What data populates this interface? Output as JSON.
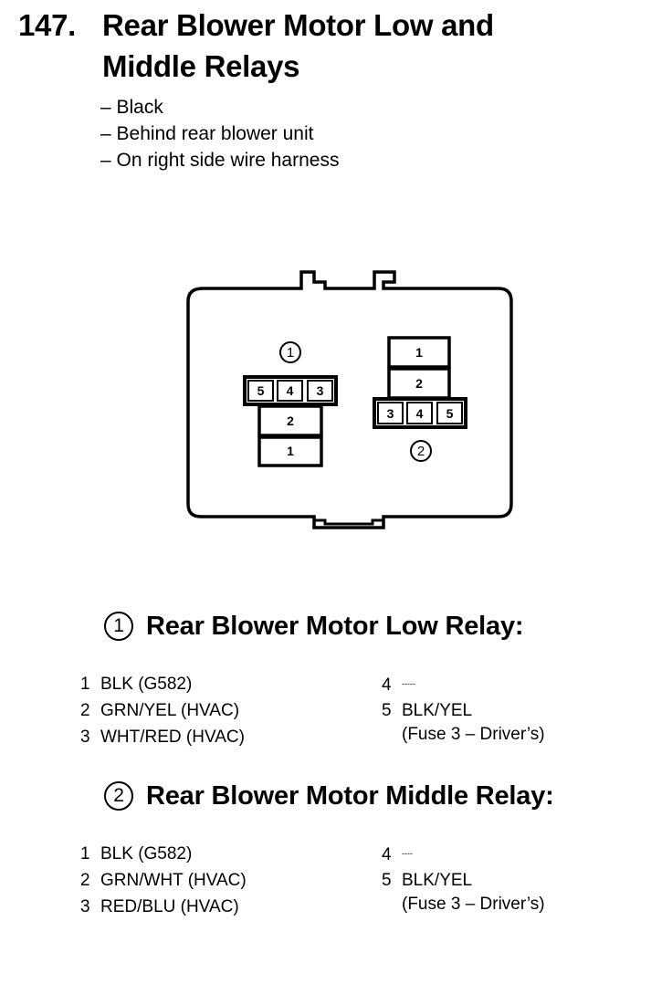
{
  "heading": {
    "number": "147.",
    "line1": "Rear Blower Motor Low and",
    "line2": "Middle Relays"
  },
  "details": [
    "– Black",
    "– Behind rear blower unit",
    "– On right side wire harness"
  ],
  "diagram": {
    "relay1": {
      "marker": "1",
      "top_row": [
        "5",
        "4",
        "3"
      ],
      "stack": [
        "2",
        "1"
      ]
    },
    "relay2": {
      "marker": "2",
      "stack": [
        "1",
        "2"
      ],
      "bottom_row": [
        "3",
        "4",
        "5"
      ]
    }
  },
  "sections": [
    {
      "marker": "1",
      "title": "Rear Blower Motor Low Relay:",
      "left_pins": [
        {
          "num": "1",
          "text": "BLK (G582)"
        },
        {
          "num": "2",
          "text": "GRN/YEL (HVAC)"
        },
        {
          "num": "3",
          "text": "WHT/RED (HVAC)"
        }
      ],
      "right_pins": [
        {
          "num": "4",
          "text": "-----"
        },
        {
          "num": "5",
          "text": "BLK/YEL",
          "extra": "(Fuse 3 – Driver’s)"
        }
      ]
    },
    {
      "marker": "2",
      "title": "Rear Blower Motor Middle Relay:",
      "left_pins": [
        {
          "num": "1",
          "text": "BLK (G582)"
        },
        {
          "num": "2",
          "text": "GRN/WHT (HVAC)"
        },
        {
          "num": "3",
          "text": "RED/BLU (HVAC)"
        }
      ],
      "right_pins": [
        {
          "num": "4",
          "text": "----"
        },
        {
          "num": "5",
          "text": "BLK/YEL",
          "extra": "(Fuse 3 – Driver’s)"
        }
      ]
    }
  ]
}
